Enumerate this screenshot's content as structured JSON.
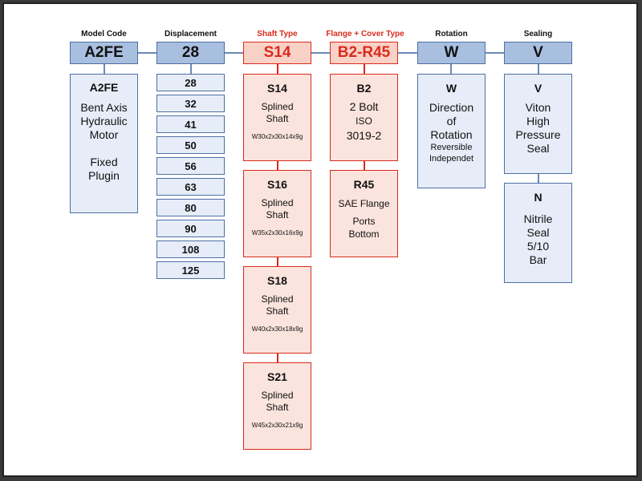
{
  "headers": {
    "model_code": "Model Code",
    "displacement": "Displacement",
    "shaft_type": "Shaft Type",
    "flange_cover": "Flange + Cover Type",
    "rotation": "Rotation",
    "sealing": "Sealing"
  },
  "codes": {
    "model": "A2FE",
    "displacement": "28",
    "shaft": "S14",
    "flange": "B2-R45",
    "rotation": "W",
    "sealing": "V"
  },
  "model": {
    "title": "A2FE",
    "line1": "Bent Axis",
    "line2": "Hydraulic",
    "line3": "Motor",
    "line4": "Fixed",
    "line5": "Plugin"
  },
  "displacements": [
    "28",
    "32",
    "41",
    "50",
    "56",
    "63",
    "80",
    "90",
    "108",
    "125"
  ],
  "shafts": [
    {
      "title": "S14",
      "line1": "Splined",
      "line2": "Shaft",
      "spec": "W30x2x30x14x9g"
    },
    {
      "title": "S16",
      "line1": "Splined",
      "line2": "Shaft",
      "spec": "W35x2x30x16x9g"
    },
    {
      "title": "S18",
      "line1": "Splined",
      "line2": "Shaft",
      "spec": "W40x2x30x18x9g"
    },
    {
      "title": "S21",
      "line1": "Splined",
      "line2": "Shaft",
      "spec": "W45x2x30x21x9g"
    }
  ],
  "flanges": [
    {
      "title": "B2",
      "line1": "2 Bolt",
      "line2": "ISO",
      "line3": "3019-2"
    },
    {
      "title": "R45",
      "line1": "SAE Flange",
      "line2": "Ports",
      "line3": "Bottom"
    }
  ],
  "rotation": {
    "title": "W",
    "line1": "Direction",
    "line2": "of",
    "line3": "Rotation",
    "line4": "Reversible",
    "line5": "Independet"
  },
  "seals": [
    {
      "title": "V",
      "line1": "Viton",
      "line2": "High",
      "line3": "Pressure",
      "line4": "Seal"
    },
    {
      "title": "N",
      "line1": "Nitrile",
      "line2": "Seal",
      "line3": "5/10",
      "line4": "Bar"
    }
  ]
}
